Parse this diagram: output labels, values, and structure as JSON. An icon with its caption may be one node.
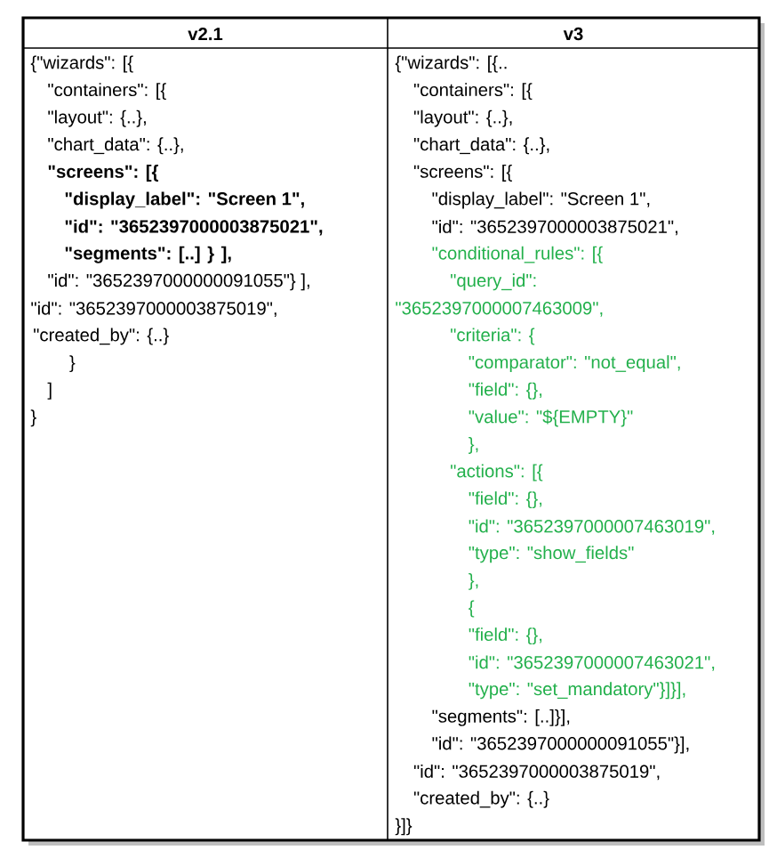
{
  "diagram": {
    "labels": [
      "v2.1",
      "v3",
      "{\"wizards\": [{",
      "\"containers\": [{",
      "\"layout\": {..},",
      "\"chart_data\": {..},",
      "\"screens\": [{",
      "\"display_label\": \"Screen 1\",",
      "\"id\": \"3652397000003875021\",",
      "\"segments\": [..] } ],",
      "\"id\": \"3652397000000091055\"} ],",
      "\"id\": \"3652397000003875019\",",
      "\"created_by\": {..}",
      "}",
      "]",
      "}",
      "{\"wizards\": [{..",
      "\"containers\": [{",
      "\"layout\": {..},",
      "\"chart_data\": {..},",
      "\"screens\": [{",
      "\"display_label\": \"Screen 1\",",
      "\"id\": \"3652397000003875021\",",
      "\"conditional_rules\": [{",
      "\"query_id\":",
      "\"3652397000007463009\",",
      "\"criteria\": {",
      "\"comparator\": \"not_equal\",",
      "\"field\": {},",
      "\"value\": \"${EMPTY}\"",
      "},",
      "\"actions\": [{",
      "\"field\": {},",
      "\"id\": \"3652397000007463019\",",
      "\"type\": \"show_fields\"",
      "},",
      "{",
      "\"field\": {},",
      "\"id\": \"3652397000007463021\",",
      "\"type\": \"set_mandatory\"}]}],",
      "\"segments\": [..]}],",
      "\"id\": \"3652397000000091055\"}],",
      "\"id\": \"3652397000003875019\",",
      "\"created_by\": {..}",
      "}]}"
    ]
  }
}
